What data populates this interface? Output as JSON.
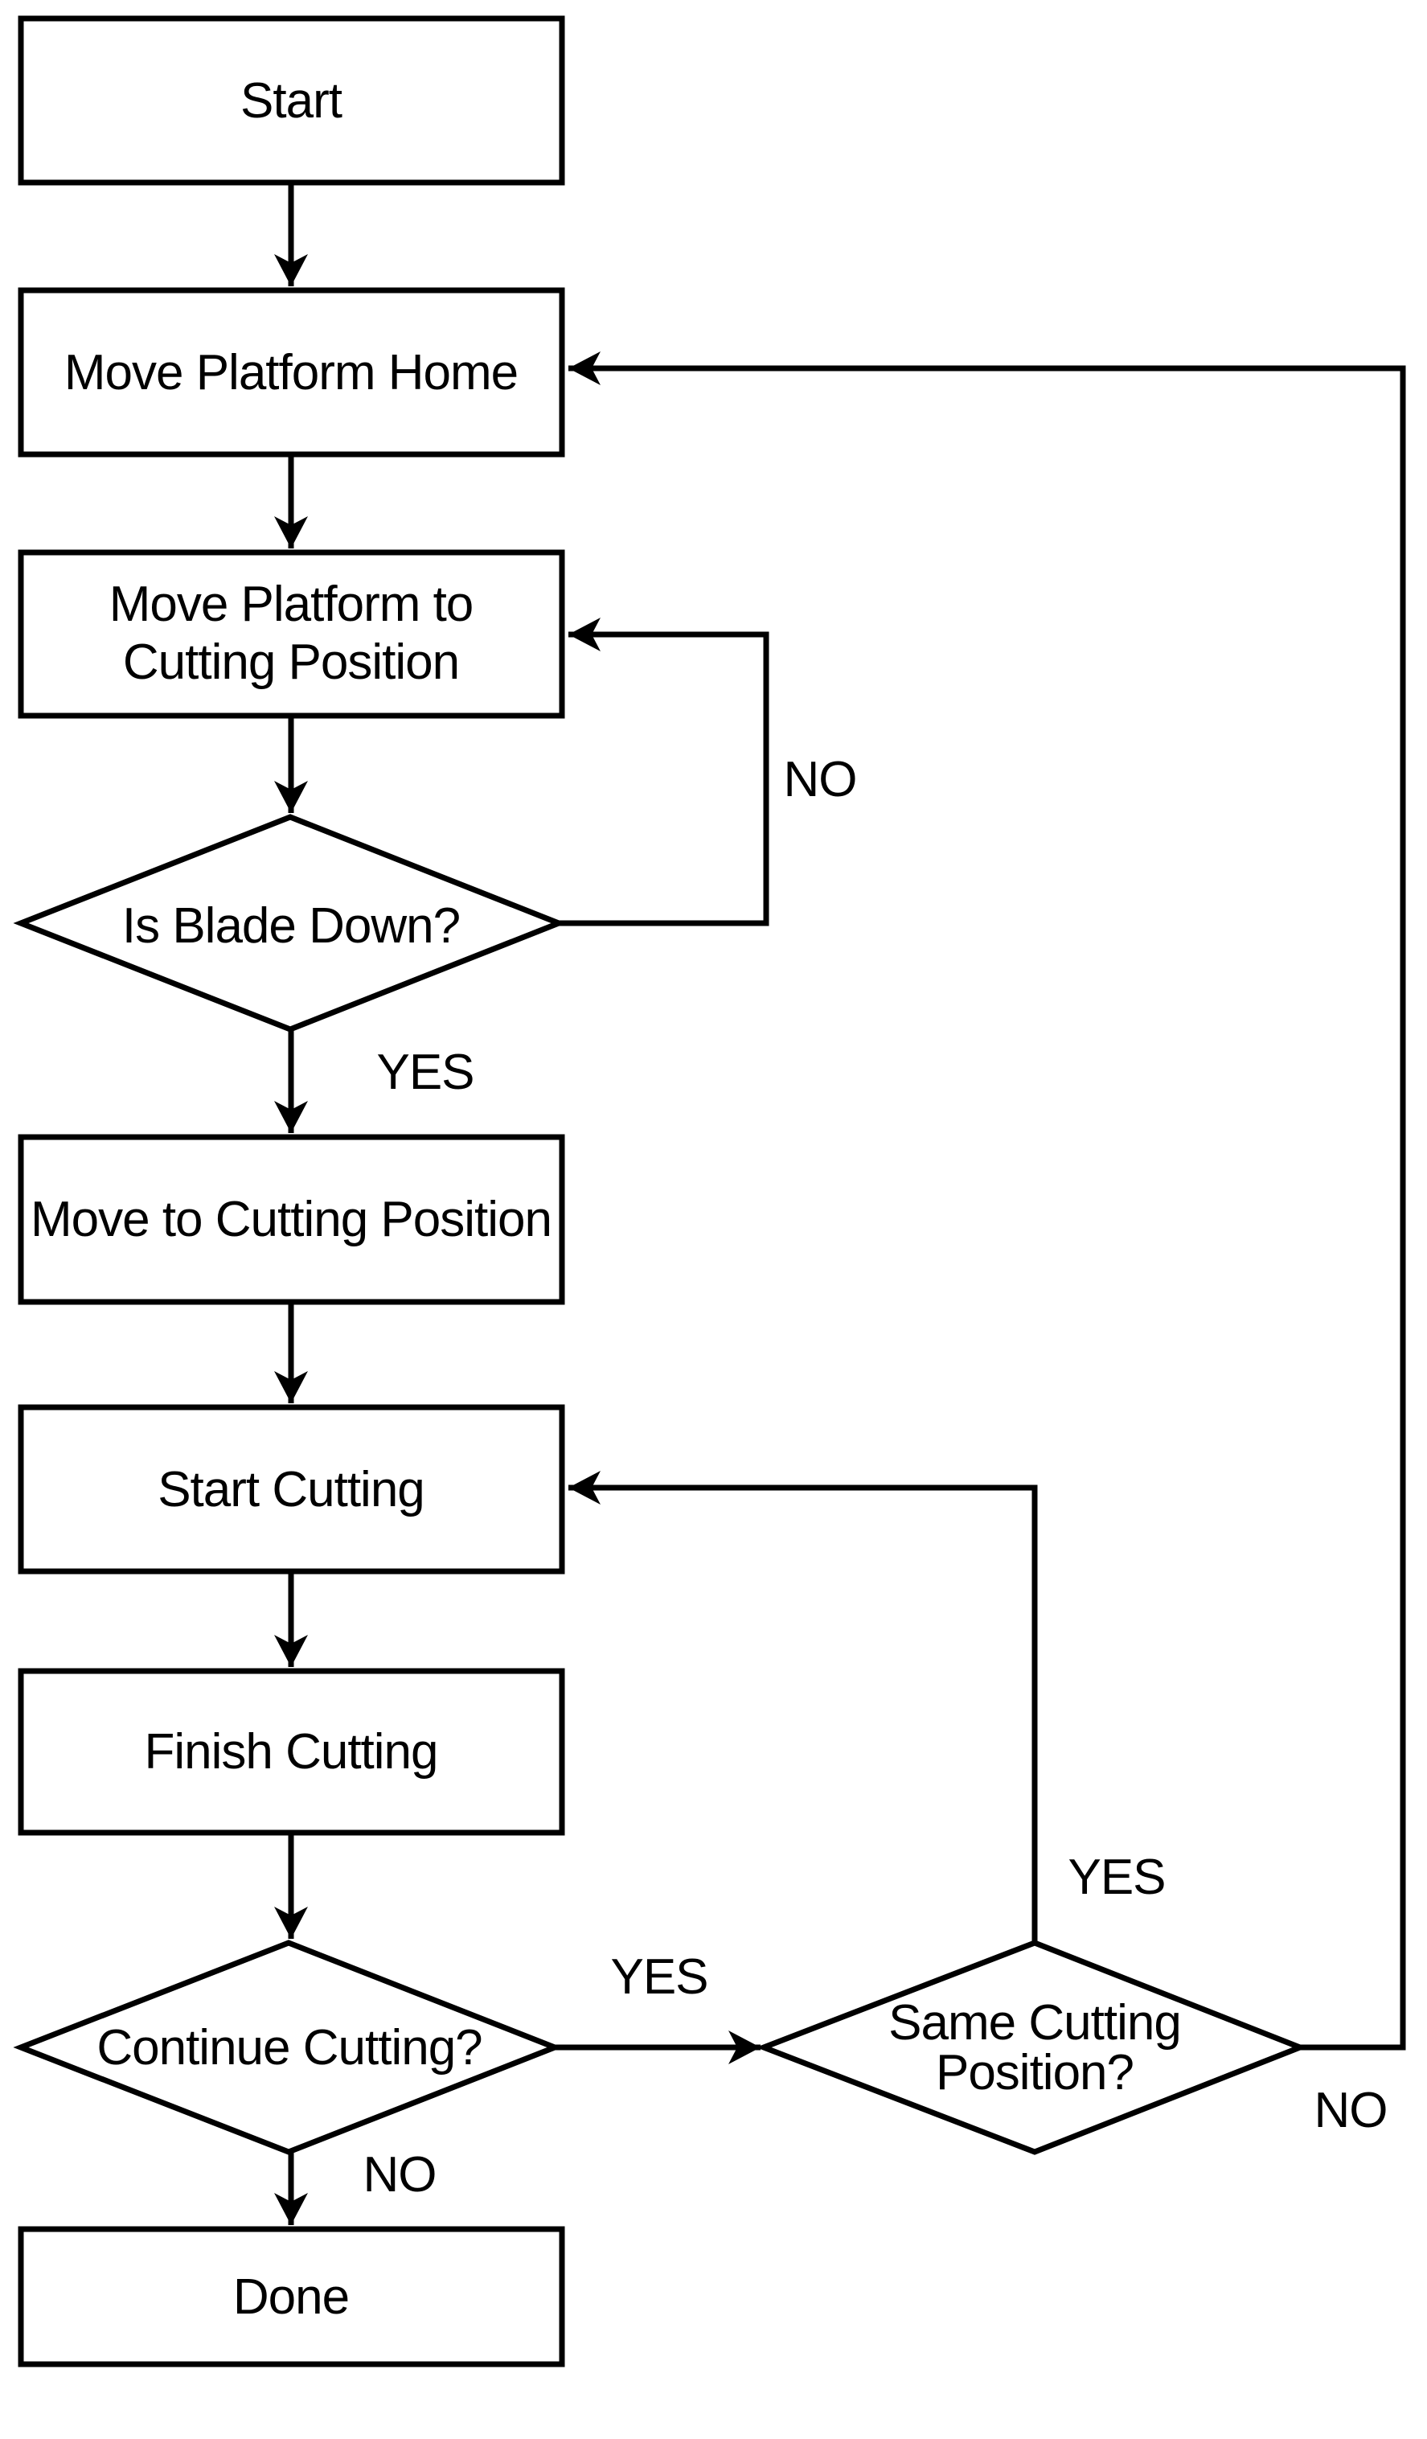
{
  "diagram": {
    "type": "flowchart",
    "background": "#ffffff"
  },
  "colors": {
    "line": "#000000",
    "text": "#000000",
    "node_fill": "#ffffff",
    "background": "#ffffff"
  },
  "nodes": {
    "start": {
      "shape": "rectangle",
      "label": "Start"
    },
    "move_platform_home": {
      "shape": "rectangle",
      "label": "Move Platform Home"
    },
    "move_platform_to_cutting_position": {
      "shape": "rectangle",
      "lines": [
        "Move Platform to",
        "Cutting Position"
      ]
    },
    "is_blade_down": {
      "shape": "diamond",
      "label": "Is Blade Down?"
    },
    "move_to_cutting_position": {
      "shape": "rectangle",
      "label": "Move to Cutting Position"
    },
    "start_cutting": {
      "shape": "rectangle",
      "label": "Start Cutting"
    },
    "finish_cutting": {
      "shape": "rectangle",
      "label": "Finish Cutting"
    },
    "continue_cutting": {
      "shape": "diamond",
      "label": "Continue Cutting?"
    },
    "same_cutting_position": {
      "shape": "diamond",
      "lines": [
        "Same Cutting",
        "Position?"
      ]
    },
    "done": {
      "shape": "rectangle",
      "label": "Done"
    }
  },
  "edge_labels": {
    "is_blade_down_no": "NO",
    "is_blade_down_yes": "YES",
    "continue_cutting_yes": "YES",
    "continue_cutting_no": "NO",
    "same_cutting_position_yes": "YES",
    "same_cutting_position_no": "NO"
  }
}
